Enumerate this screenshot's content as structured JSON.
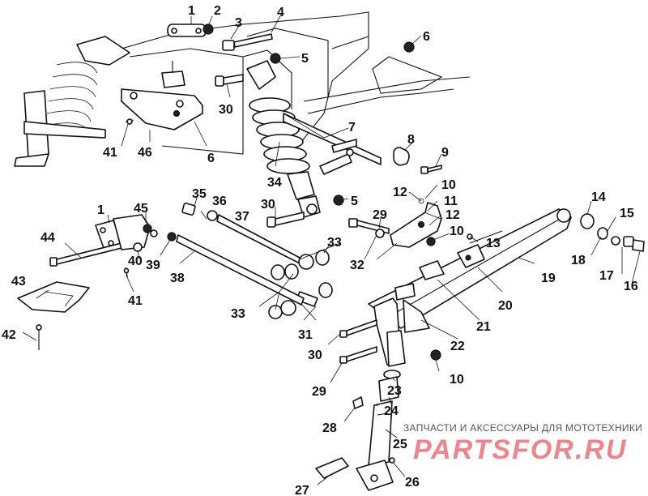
{
  "callouts": {
    "c1a": "1",
    "c2": "2",
    "c3": "3",
    "c4": "4",
    "c5a": "5",
    "c6a": "6",
    "c30a": "30",
    "c7": "7",
    "c8": "8",
    "c9": "9",
    "c41a": "41",
    "c46": "46",
    "c6b": "6",
    "c34": "34",
    "c10a": "10",
    "c12a": "12",
    "c11": "11",
    "c35": "35",
    "c36": "36",
    "c30b": "30",
    "c5b": "5",
    "c14": "14",
    "c15": "15",
    "c1b": "1",
    "c45": "45",
    "c37": "37",
    "c29a": "29",
    "c12b": "12",
    "c10b": "10",
    "c44": "44",
    "c13": "13",
    "c18": "18",
    "c17": "17",
    "c16": "16",
    "c40": "40",
    "c39": "39",
    "c33a": "33",
    "c32": "32",
    "c19": "19",
    "c43": "43",
    "c38": "38",
    "c41b": "41",
    "c20": "20",
    "c21": "21",
    "c33b": "33",
    "c31": "31",
    "c42": "42",
    "c30c": "30",
    "c22": "22",
    "c10c": "10",
    "c23": "23",
    "c29b": "29",
    "c24": "24",
    "c28": "28",
    "c25": "25",
    "c26": "26",
    "c27": "27"
  },
  "watermark": {
    "caption": "ЗАПЧАСТИ И АКСЕССУАРЫ ДЛЯ МОТОТЕХНИКИ",
    "logo": "PARTSFOR.RU"
  },
  "colors": {
    "ink": "#111111",
    "watermark": "#e0202a"
  }
}
